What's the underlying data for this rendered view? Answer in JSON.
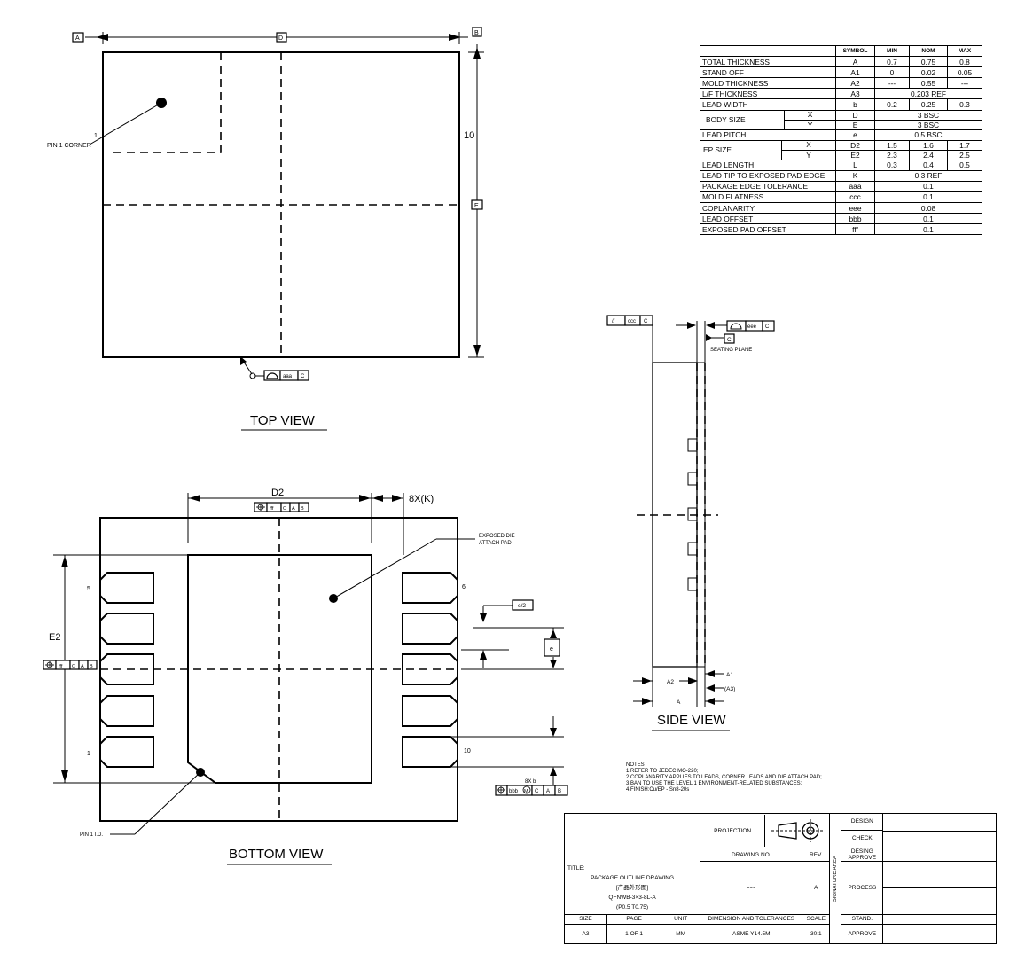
{
  "views": {
    "top": "TOP VIEW",
    "bottom": "BOTTOM VIEW",
    "side": "SIDE VIEW"
  },
  "top_view": {
    "datum_a": "A",
    "datum_b": "B",
    "datum_d": "D",
    "datum_e": "E",
    "dim_10": "10",
    "pin1_num": "1",
    "pin1_corner": "PIN 1 CORNER",
    "fcf_value": "aaa",
    "fcf_ref": "C"
  },
  "bottom_view": {
    "d2": "D2",
    "e2": "E2",
    "k": "8X(K)",
    "b": "8X b",
    "exposed_pad": [
      "EXPOSED DIE",
      "ATTACH PAD"
    ],
    "pin_labels": {
      "p5": "5",
      "p6": "6",
      "p1": "1",
      "p10": "10"
    },
    "pin1_id": "PIN 1 I.D.",
    "e_half": "e/2",
    "e": "e",
    "fcf_fff": [
      "fff",
      "C",
      "A",
      "B"
    ],
    "fcf_bbb": [
      "bbb",
      "M",
      "C",
      "A",
      "B"
    ]
  },
  "side_view": {
    "ccc_fcf": [
      "//",
      "ccc",
      "C"
    ],
    "eee_fcf": [
      "eee",
      "C"
    ],
    "datum_c": "C",
    "seating_plane": "SEATING PLANE",
    "a1": "A1",
    "a2": "A2",
    "a": "A",
    "a3": "(A3)"
  },
  "spec_table": {
    "headers": [
      "",
      "SYMBOL",
      "MIN",
      "NOM",
      "MAX"
    ],
    "rows": [
      {
        "name": "TOTAL THICKNESS",
        "symbol": "A",
        "min": "0.7",
        "nom": "0.75",
        "max": "0.8"
      },
      {
        "name": "STAND OFF",
        "symbol": "A1",
        "min": "0",
        "nom": "0.02",
        "max": "0.05"
      },
      {
        "name": "MOLD THICKNESS",
        "symbol": "A2",
        "min": "---",
        "nom": "0.55",
        "max": "---"
      },
      {
        "name": "L/F THICKNESS",
        "symbol": "A3",
        "span": "0.203 REF"
      },
      {
        "name": "LEAD WIDTH",
        "symbol": "b",
        "min": "0.2",
        "nom": "0.25",
        "max": "0.3"
      },
      {
        "name": "BODY SIZE",
        "sub": "X",
        "symbol": "D",
        "span": "3 BSC"
      },
      {
        "name": "",
        "sub": "Y",
        "symbol": "E",
        "span": "3 BSC"
      },
      {
        "name": "LEAD PITCH",
        "symbol": "e",
        "span": "0.5 BSC"
      },
      {
        "name": "EP SIZE",
        "sub": "X",
        "symbol": "D2",
        "min": "1.5",
        "nom": "1.6",
        "max": "1.7"
      },
      {
        "name": "",
        "sub": "Y",
        "symbol": "E2",
        "min": "2.3",
        "nom": "2.4",
        "max": "2.5"
      },
      {
        "name": "LEAD LENGTH",
        "symbol": "L",
        "min": "0.3",
        "nom": "0.4",
        "max": "0.5"
      },
      {
        "name": "LEAD TIP TO EXPOSED PAD EDGE",
        "symbol": "K",
        "span": "0.3 REF"
      },
      {
        "name": "PACKAGE EDGE TOLERANCE",
        "symbol": "aaa",
        "span": "0.1"
      },
      {
        "name": "MOLD FLATNESS",
        "symbol": "ccc",
        "span": "0.1"
      },
      {
        "name": "COPLANARITY",
        "symbol": "eee",
        "span": "0.08"
      },
      {
        "name": "LEAD OFFSET",
        "symbol": "bbb",
        "span": "0.1"
      },
      {
        "name": "EXPOSED PAD OFFSET",
        "symbol": "fff",
        "span": "0.1"
      }
    ]
  },
  "notes": "NOTES\n1.REFER TO JEDEC MO-220;\n2.COPLANARITY APPLIES TO LEADS, CORNER LEADS AND DIE ATTACH PAD;\n3.BAN TO USE THE LEVEL 1 ENVIRONMENT-RELATED SUBSTANCES;\n4.FINISH:Cu/EP - Sn8-20s",
  "title_block": {
    "projection": "PROJECTION",
    "title": "TITLE:",
    "drawing_title": "PACKAGE OUTLINE DRAWING",
    "drawing_title_cn": "[产品外形图]",
    "part": "QFNWB-3×3-8L-A",
    "pitch": "(P0.5   T0.75)",
    "drawing_no_label": "DRAWING NO.",
    "drawing_no": "---",
    "rev_label": "REV.",
    "rev": "A",
    "size_label": "SIZE",
    "page_label": "PAGE",
    "unit_label": "UNIT",
    "dim_tol_label": "DIMENSION AND TOLERANCES",
    "scale_label": "SCALE",
    "size": "A3",
    "page": "1  OF  1",
    "unit": "MM",
    "standard": "ASME  Y14.5M",
    "scale": "30:1",
    "signature_area": "SIGNATURE AREA",
    "sig_rows": [
      "DESIGN",
      "CHECK",
      "DESING APPROVE",
      "PROCESS",
      "STAND.",
      "APPROVE"
    ]
  }
}
